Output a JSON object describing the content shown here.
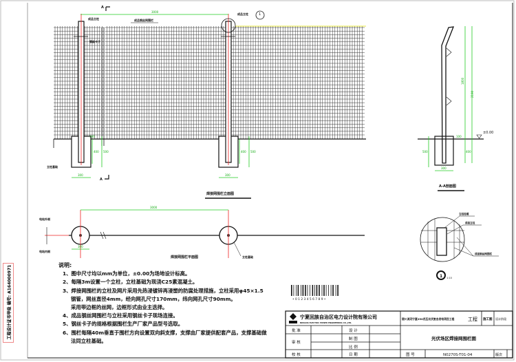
{
  "elevation": {
    "title": "焊接网围栏立面图",
    "span_dim": "3000",
    "post_label": "成品立柱",
    "mesh_label": "成品钢丝网围栏",
    "clip_label": "钢丝卡子",
    "foundation_label": "立柱基础",
    "dims": {
      "footing_width": "300",
      "embed": "400",
      "depth": "500",
      "above": "100"
    },
    "section_mark": "A",
    "detail_ref": "1"
  },
  "plan": {
    "title": "焊接网围栏平面图",
    "span_dim": "3000",
    "outside_label": "电站外侧",
    "inside_label": "电站内侧",
    "footing_dim": "300",
    "foundation_label": "立柱基础"
  },
  "section": {
    "title": "A-A剖面图",
    "dim_mesh": "1800",
    "dim_total": "2190",
    "dim_embed": "400",
    "dim_depth": "500",
    "dim_width": "300",
    "dim_above": "100",
    "level": "±0.00"
  },
  "detail": {
    "cap_label": "立柱柱帽",
    "post_label": "成品立柱",
    "mesh_label": "成品钢丝网围栏",
    "ref": "1",
    "scale": "1:10"
  },
  "notes": {
    "heading": "说明:",
    "items": [
      "1、图中尺寸均以mm为单位，±0.00为场地设计标高。",
      "2、每隔3m设置一个立柱，立柱基础为现浇C25素混凝土。",
      "3、焊接网围栏的立柱及网片采用先热浸镀锌再浸塑的防腐处理措施，立柱采用φ45×1.5",
      "钢管，网丝直径4mm，经向网孔尺寸170mm，纬向网孔尺寸90mm。",
      "采用带边框的丝网，边框形式由业主选择。",
      "4、成品钢丝网围栏与立柱采用钢丝卡子现场连接。",
      "5、钢丝卡子的规格根据围栏生产厂家产品型号选取。",
      "6、围栏每隔40m垂直于围栏方向设置双向斜支撑，支撑由厂家提供配套产品，支撑基础做",
      "法同立柱基础。"
    ]
  },
  "barcode": {
    "digits": "• 0 1 2 3 4 5 6 7 8 9 •"
  },
  "stamp": {
    "text": "工程设计证书甲级 编号: A164000971"
  },
  "title_block": {
    "company_cn": "宁夏回族自治区电力设计院有限公司",
    "company_en": "NINGXIA ELECTRIC POWER ENGINEERING CO.,LTD.",
    "project": "银川滨河宁夏250兆瓦光伏复合发电项目工程",
    "project_suffix": "工程",
    "stage": "施工图",
    "stage_label": "设计阶段",
    "approve": "批 准",
    "review": "审 核",
    "check": "校 核",
    "design": "设 计",
    "draw": "制 图",
    "scale": "比 例",
    "date": "日 期",
    "drawing_title": "光伏场区焊接网围栏图",
    "drawing_no_label": "图 号",
    "drawing_no": "N0270S-T01-04",
    "version_label": "版次"
  },
  "colors": {
    "dimension": "#22cc22",
    "centerline": "#ee2222",
    "outline": "#111111",
    "highlight": "#e8e840"
  }
}
